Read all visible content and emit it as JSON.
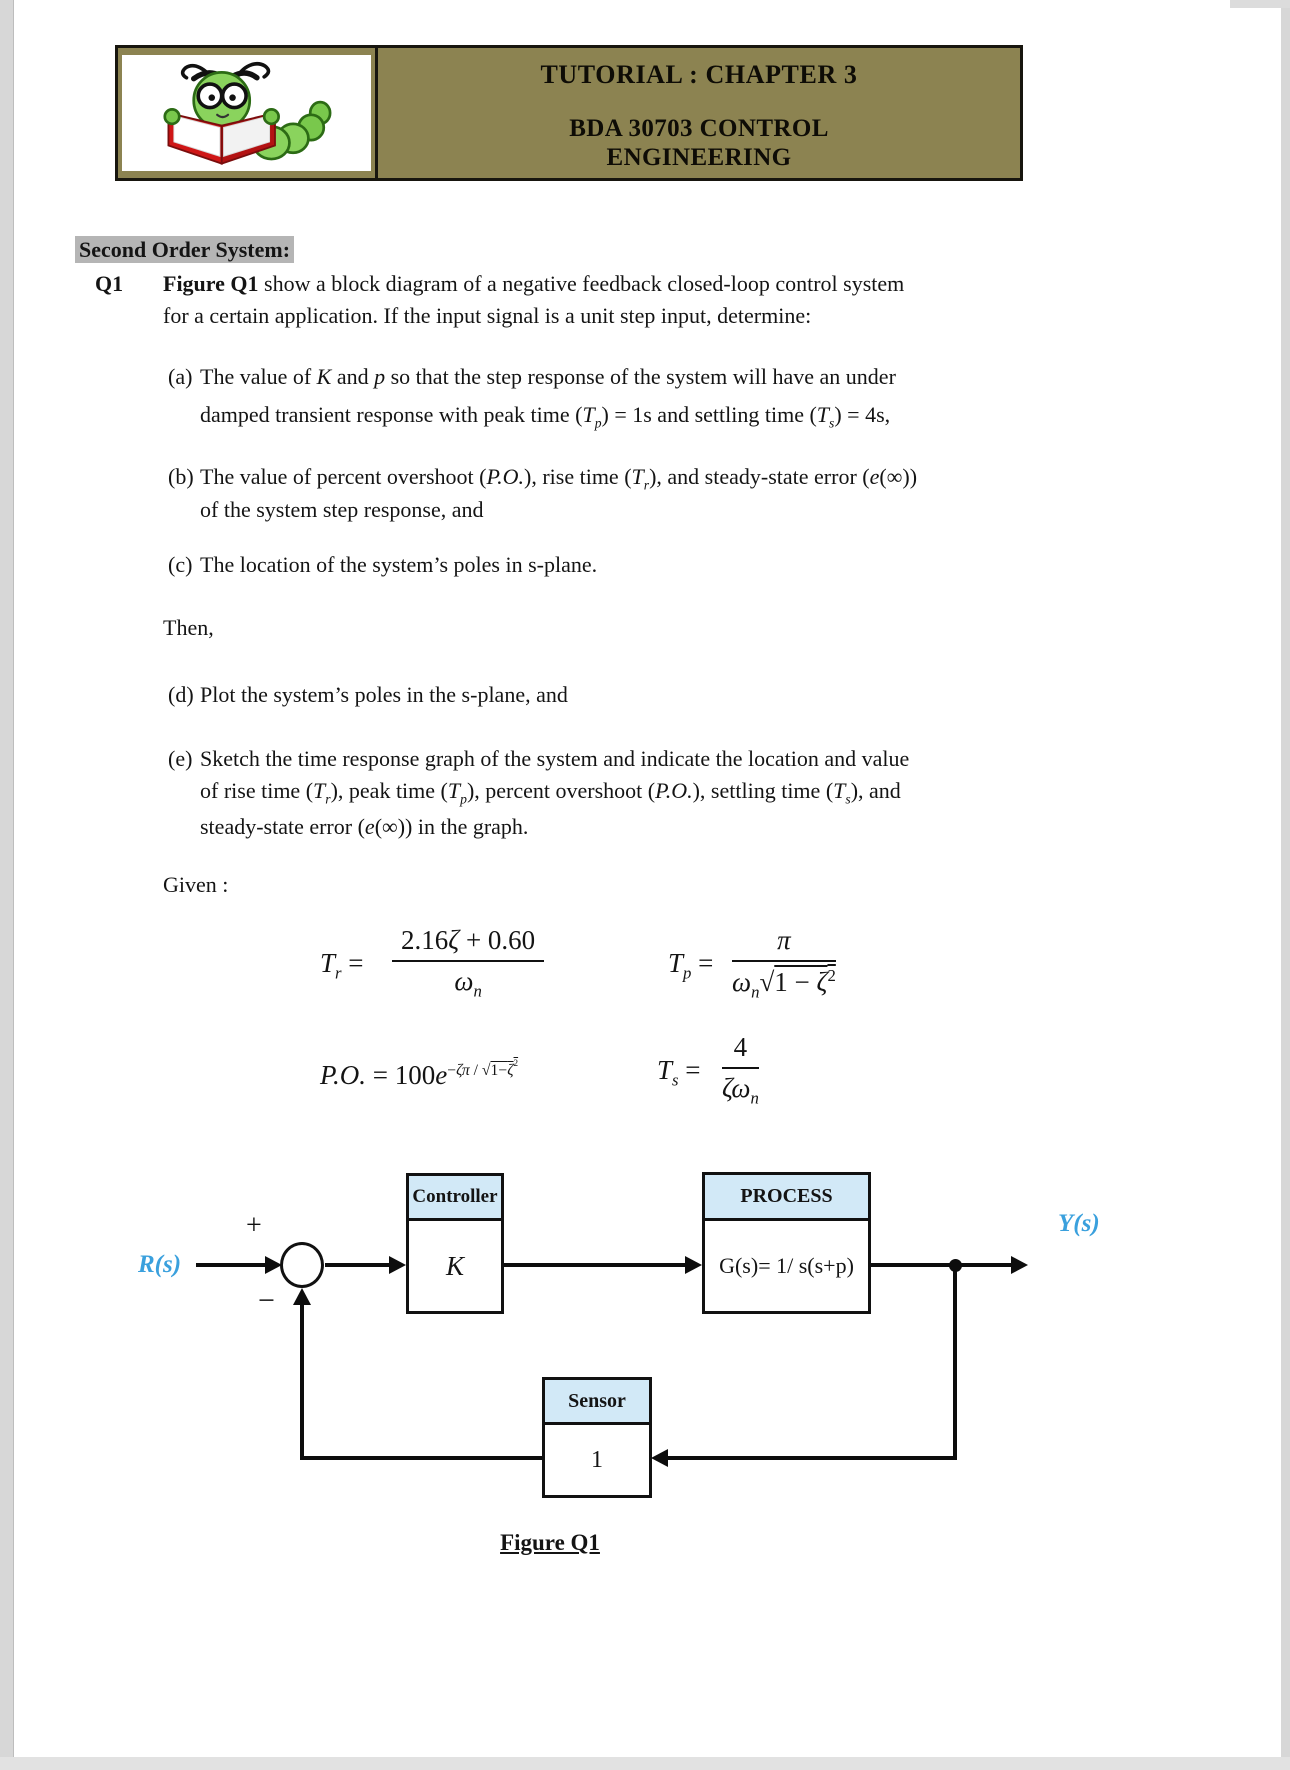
{
  "header": {
    "title": "TUTORIAL : CHAPTER 3",
    "course_line1": "BDA 30703 CONTROL",
    "course_line2": "ENGINEERING"
  },
  "section_heading": "Second Order System:",
  "q1": {
    "label": "Q1",
    "intro_lines": [
      "<b>Figure Q1</b> show a block diagram of a negative feedback closed-loop control system",
      "for a certain application. If the input signal is a unit step input, determine:"
    ],
    "items": [
      {
        "label": "(a)",
        "lines": [
          "The value of <i>K</i> and <i>p</i> so that the step response of the system will have an under",
          "damped transient response with peak time (<i>T</i><sub><i>p</i></sub>) = 1s and settling time (<i>T</i><sub><i>s</i></sub>) = 4s,"
        ]
      },
      {
        "label": "(b)",
        "lines": [
          "The value of percent overshoot (<i>P.O.</i>), rise time (<i>T</i><sub><i>r</i></sub>), and steady-state error (<i>e</i>(∞))",
          "of the system step response, and"
        ]
      },
      {
        "label": "(c)",
        "lines": [
          "The location of the system’s poles in s-plane."
        ]
      },
      {
        "label": "(d)",
        "lines": [
          "Plot the system’s poles in the s-plane, and"
        ]
      },
      {
        "label": "(e)",
        "lines": [
          "Sketch the time response graph of the system and indicate the location and value",
          "of rise time (<i>T</i><sub><i>r</i></sub>), peak time (<i>T</i><sub><i>p</i></sub>), percent overshoot (<i>P.O.</i>), settling time (<i>T</i><sub><i>s</i></sub>), and",
          "steady-state error (<i>e</i>(∞)) in the graph."
        ]
      }
    ],
    "then_text": "Then,",
    "given_text": "Given :"
  },
  "formulas": {
    "tr": {
      "lhs": "<i>T</i><sub><i>r</i></sub> =",
      "num": "2.16<i>ζ</i> + 0.60",
      "den": "<i>ω</i><sub><i>n</i></sub>"
    },
    "tp": {
      "lhs": "<i>T</i><sub><i>p</i></sub> =",
      "num": "<i>π</i>",
      "den": "<i>ω</i><sub><i>n</i></sub><span class=\"sqrt\">√</span><span class=\"rad\">1 − <i>ζ</i><sup>2</sup></span>"
    },
    "po": {
      "html": "<i>P.O.</i> = 100<i>e</i><sup>−<i>ζπ</i> / <span class=\"sqrt\">√</span><span class=\"rad\">1−<i>ζ</i><sup>2</sup></span></sup>"
    },
    "ts": {
      "lhs": "<i>T</i><sub><i>s</i></sub> =",
      "num": "4",
      "den": "<i>ζω</i><sub><i>n</i></sub>"
    }
  },
  "diagram": {
    "input_label": "R(s)",
    "output_label": "Y(s)",
    "plus_sign": "+",
    "minus_sign": "−",
    "controller_header": "Controller",
    "controller_gain": "K",
    "process_header": "PROCESS",
    "process_tf": "G(s)= 1/ s(s+p)",
    "sensor_header": "Sensor",
    "sensor_gain": "1",
    "caption": "Figure Q1"
  },
  "colors": {
    "banner_olive": "#8c8351",
    "block_header_blue": "#d2e9f7",
    "signal_label_blue": "#3aa0dd",
    "heading_highlight_gray": "#b5b5b5"
  }
}
